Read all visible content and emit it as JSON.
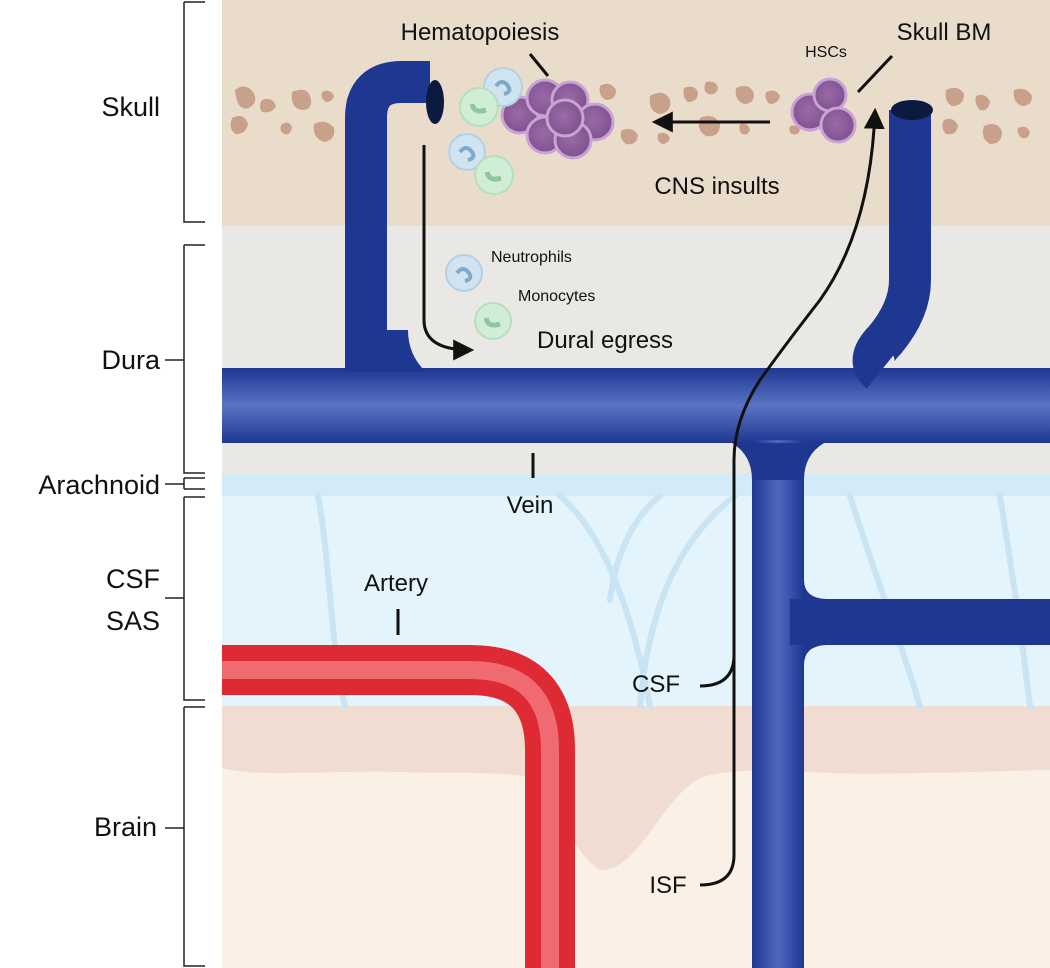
{
  "layers": {
    "skull": "Skull",
    "dura": "Dura",
    "arachnoid": "Arachnoid",
    "csf": "CSF",
    "sas": "SAS",
    "brain": "Brain"
  },
  "annotations": {
    "hematopoiesis": "Hematopoiesis",
    "skull_bm": "Skull BM",
    "hscs": "HSCs",
    "cns_insults": "CNS insults",
    "neutrophils": "Neutrophils",
    "monocytes": "Monocytes",
    "dural_egress": "Dural egress",
    "vein": "Vein",
    "artery": "Artery",
    "csf_flow": "CSF",
    "isf_flow": "ISF"
  },
  "colors": {
    "skull_bg": "#e9dccb",
    "dura_bg": "#e9e8e5",
    "sas_bg": "#e4f4fc",
    "brain_bg": "#fbf0e6",
    "vein": "#1b3a9c",
    "artery": "#e8313a",
    "hsc": "#a376b0",
    "neutrophil": "#cfe3f0",
    "monocyte": "#cfeed5"
  }
}
